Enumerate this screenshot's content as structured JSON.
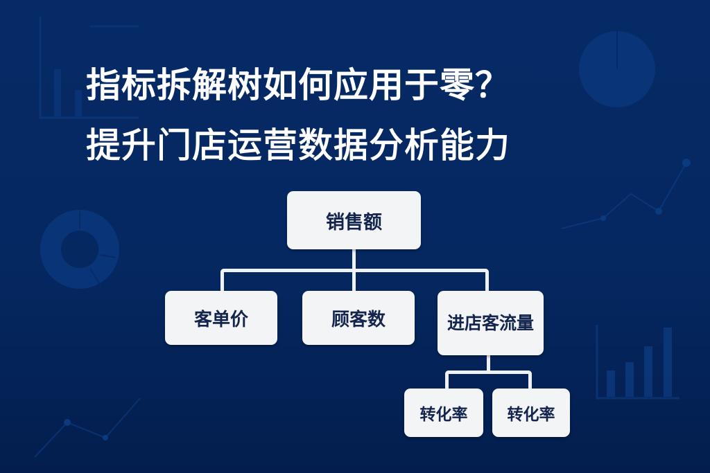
{
  "colors": {
    "background_top": "#062a66",
    "background_bottom": "#031e4e",
    "title_text": "#ffffff",
    "node_fill": "#f3f4f6",
    "node_text": "#13244d",
    "connector": "#eef1f5",
    "decoration": "#0c3a7e"
  },
  "title": {
    "line1": "指标拆解树如何应用于零？",
    "line2": "提升门店运营数据分析能力"
  },
  "tree": {
    "root": {
      "label": "销售额"
    },
    "level1": [
      {
        "label": "客单价"
      },
      {
        "label": "顾客数"
      },
      {
        "label": "进店客流量"
      }
    ],
    "level2": [
      {
        "label": "转化率",
        "parent": "进店客流量"
      },
      {
        "label": "转化率",
        "parent": "进店客流量"
      }
    ]
  },
  "decorations": [
    "bar-chart-icon",
    "donut-chart-icon",
    "line-chart-icon",
    "pie-chart-icon"
  ]
}
